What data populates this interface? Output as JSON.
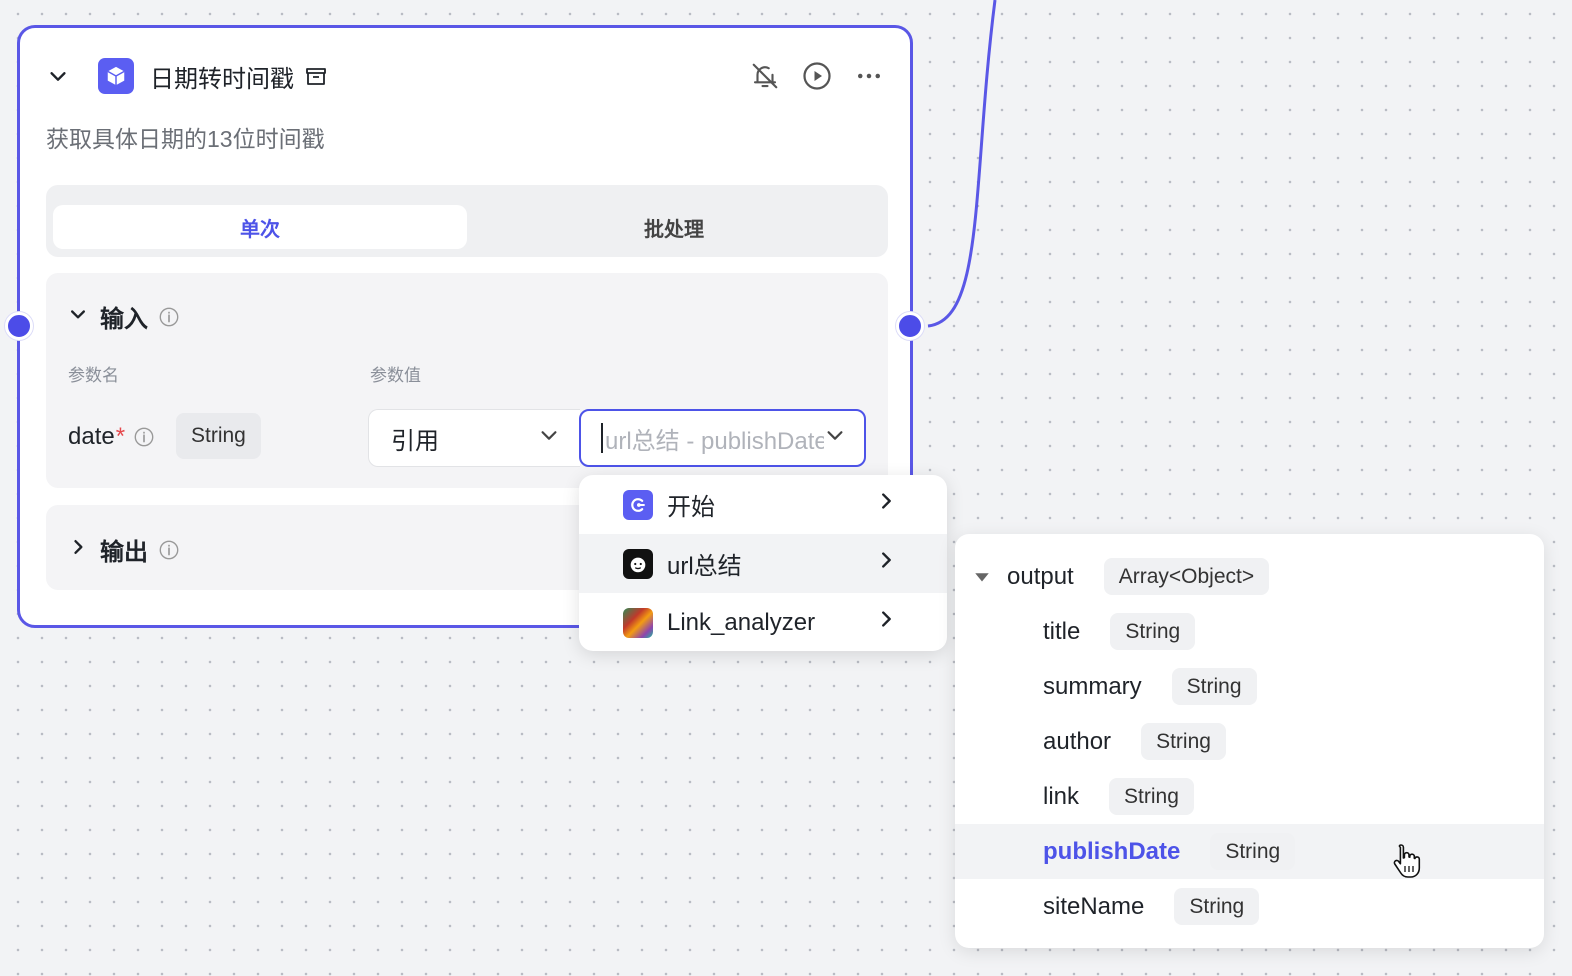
{
  "node": {
    "title": "日期转时间戳",
    "description": "获取具体日期的13位时间戳",
    "icon": "cube-icon",
    "tabs": [
      "单次",
      "批处理"
    ],
    "active_tab": "单次",
    "input": {
      "label": "输入",
      "col_name": "参数名",
      "col_value": "参数值",
      "param": {
        "name": "date",
        "required_mark": "*",
        "type": "String",
        "source_mode": "引用",
        "value_placeholder": "url总结 - publishDate"
      }
    },
    "output": {
      "label": "输出"
    }
  },
  "source_menu": {
    "items": [
      {
        "label": "开始",
        "icon": "start-icon"
      },
      {
        "label": "url总结",
        "icon": "smile-face-icon"
      },
      {
        "label": "Link_analyzer",
        "icon": "colorful-avatar-icon"
      }
    ],
    "hovered": "url总结"
  },
  "field_menu": {
    "root": {
      "name": "output",
      "type": "Array<Object>"
    },
    "fields": [
      {
        "name": "title",
        "type": "String"
      },
      {
        "name": "summary",
        "type": "String"
      },
      {
        "name": "author",
        "type": "String"
      },
      {
        "name": "link",
        "type": "String"
      },
      {
        "name": "publishDate",
        "type": "String"
      },
      {
        "name": "siteName",
        "type": "String"
      }
    ],
    "highlighted": "publishDate"
  },
  "colors": {
    "accent": "#4d53e8",
    "node_border": "#5a57e6",
    "required": "#e5484d"
  }
}
